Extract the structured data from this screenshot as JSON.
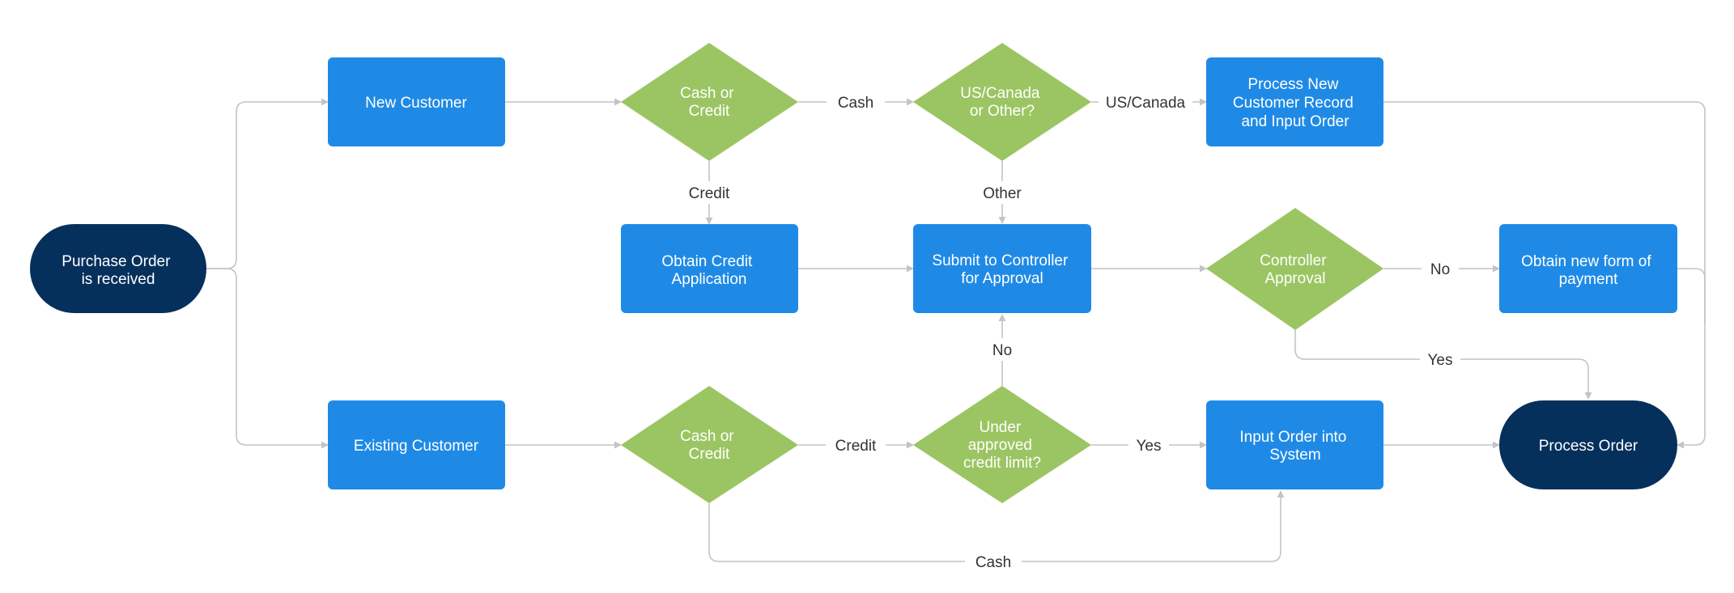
{
  "colors": {
    "terminal": "#06305c",
    "process": "#1f8ae6",
    "decision": "#9bc562",
    "connector": "#c4c4c4",
    "label_text": "#333333",
    "node_text": "#ffffff"
  },
  "nodes": {
    "purchase_order": {
      "shape": "terminal",
      "lines": [
        "Purchase Order",
        "is received"
      ]
    },
    "new_customer": {
      "shape": "process",
      "lines": [
        "New Customer"
      ]
    },
    "existing_customer": {
      "shape": "process",
      "lines": [
        "Existing Customer"
      ]
    },
    "cash_or_credit_new": {
      "shape": "decision",
      "lines": [
        "Cash or",
        "Credit"
      ]
    },
    "cash_or_credit_existing": {
      "shape": "decision",
      "lines": [
        "Cash or",
        "Credit"
      ]
    },
    "us_canada_or_other": {
      "shape": "decision",
      "lines": [
        "US/Canada",
        "or Other?"
      ]
    },
    "process_new_customer": {
      "shape": "process",
      "lines": [
        "Process New",
        "Customer Record",
        "and Input Order"
      ]
    },
    "obtain_credit_application": {
      "shape": "process",
      "lines": [
        "Obtain Credit",
        "Application"
      ]
    },
    "submit_to_controller": {
      "shape": "process",
      "lines": [
        "Submit to Controller",
        "for Approval"
      ]
    },
    "controller_approval": {
      "shape": "decision",
      "lines": [
        "Controller",
        "Approval"
      ]
    },
    "obtain_new_payment": {
      "shape": "process",
      "lines": [
        "Obtain new form of",
        "payment"
      ]
    },
    "under_credit_limit": {
      "shape": "decision",
      "lines": [
        "Under",
        "approved",
        "credit limit?"
      ]
    },
    "input_order": {
      "shape": "process",
      "lines": [
        "Input Order into",
        "System"
      ]
    },
    "process_order": {
      "shape": "terminal",
      "lines": [
        "Process Order"
      ]
    }
  },
  "edge_labels": {
    "cash_top": "Cash",
    "credit_top": "Credit",
    "us_canada": "US/Canada",
    "other": "Other",
    "no_controller": "No",
    "yes_controller": "Yes",
    "no_limit": "No",
    "credit_bottom": "Credit",
    "yes_limit": "Yes",
    "cash_bottom": "Cash"
  }
}
